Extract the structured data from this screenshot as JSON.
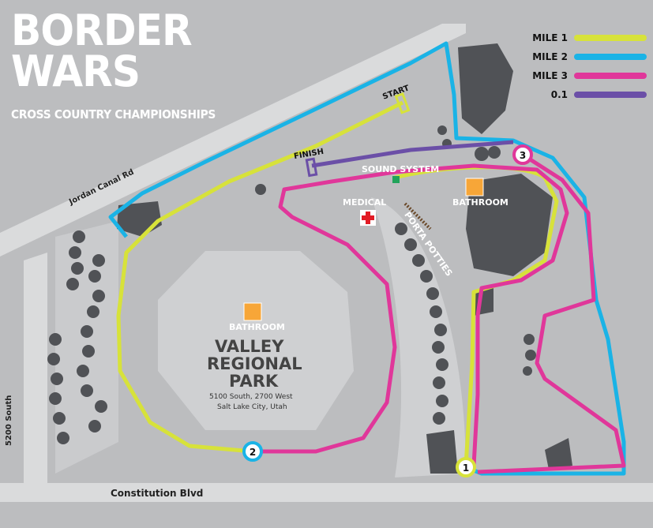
{
  "title": {
    "line1": "BORDER",
    "line2": "WARS",
    "subtitle": "CROSS COUNTRY CHAMPIONSHIPS"
  },
  "legend": [
    {
      "label": "MILE 1",
      "color": "#d7e23a"
    },
    {
      "label": "MILE 2",
      "color": "#1ab3e6"
    },
    {
      "label": "MILE 3",
      "color": "#e0379a"
    },
    {
      "label": "0.1",
      "color": "#6b4fa7"
    }
  ],
  "markers": {
    "start": "START",
    "finish": "FINISH",
    "sound": "SOUND SYSTEM",
    "medical": "MEDICAL",
    "porta": "PORTA POTTIES",
    "bathroom1": "BATHROOM",
    "bathroom2": "BATHROOM"
  },
  "mile_markers": [
    "1",
    "2",
    "3"
  ],
  "park": {
    "name1": "VALLEY",
    "name2": "REGIONAL",
    "name3": "PARK",
    "addr1": "5100 South, 2700 West",
    "addr2": "Salt Lake City, Utah"
  },
  "roads": {
    "canal": "Jordan Canal Rd",
    "south": "5200 South",
    "blvd": "Constitution Blvd"
  },
  "colors": {
    "bg": "#bcbdbf",
    "park": "#cfd0d2",
    "road": "#dadbdc",
    "tree": "#505256",
    "bathroom": "#f7a638",
    "medical": "#e21b24",
    "sound": "#21a35a"
  }
}
